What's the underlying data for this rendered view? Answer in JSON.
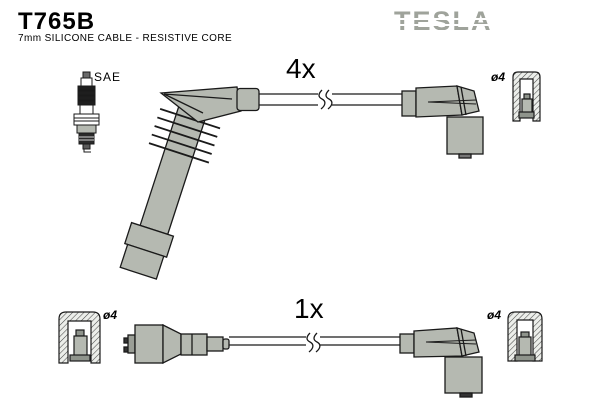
{
  "header": {
    "part_number": "T765B",
    "subtitle": "7mm SILICONE CABLE - RESISTIVE CORE",
    "brand": "TESLA"
  },
  "diagram": {
    "top_set": {
      "quantity": "4x",
      "spark_plug_label": "SAE",
      "terminal_diameter": "ø4"
    },
    "bottom_set": {
      "quantity": "1x",
      "terminal_diameter_left": "ø4",
      "terminal_diameter_right": "ø4"
    }
  },
  "colors": {
    "background": "#ffffff",
    "part_fill": "#b5b9b1",
    "outline": "#1a1a1a",
    "brand_gray": "#9fa39b",
    "text": "#000000"
  },
  "icons": {
    "spark_plug": "spark-plug-icon",
    "cable_break": "cable-break-icon",
    "terminal_cup": "terminal-cup-icon"
  }
}
